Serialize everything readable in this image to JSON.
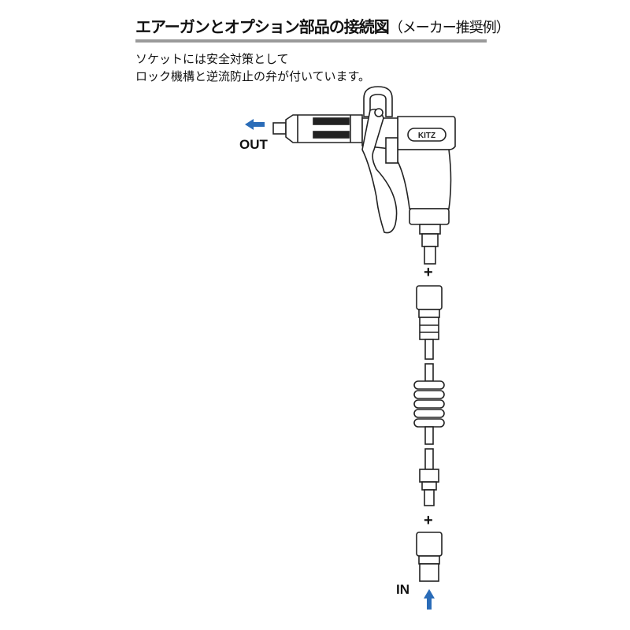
{
  "title": {
    "main": "エアーガンとオプション部品の接続図",
    "sub": "（メーカー推奨例）"
  },
  "note": {
    "line1": "ソケットには安全対策として",
    "line2": "ロック機構と逆流防止の弁が付いています。"
  },
  "labels": {
    "out": "OUT",
    "in": "IN",
    "plus": "+",
    "brand": "KITZ"
  },
  "colors": {
    "arrow": "#2a6cb8",
    "rule": "#9a9a9a"
  }
}
